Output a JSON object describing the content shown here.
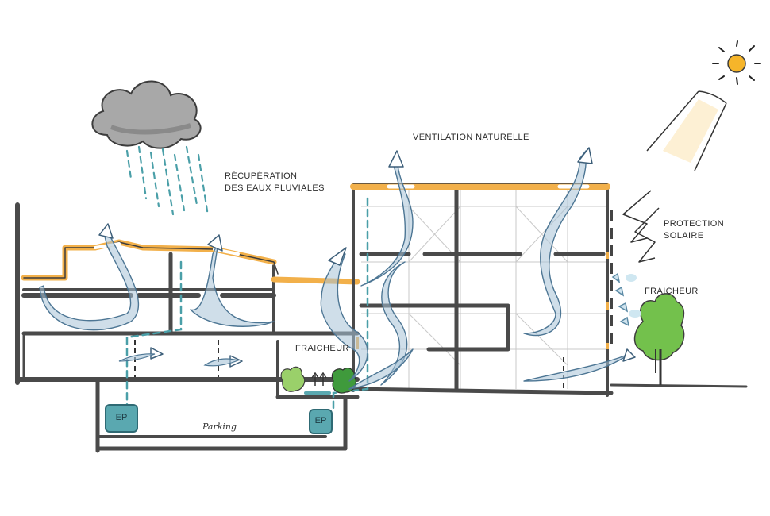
{
  "labels": {
    "rain": [
      "RÉCUPÉRATION",
      "DES EAUX PLUVIALES"
    ],
    "ventilation": "VENTILATION NATURELLE",
    "protection": [
      "PROTECTION",
      "SOLAIRE"
    ],
    "fraicheur_right": "FRAICHEUR",
    "fraicheur_center": "FRAICHEUR",
    "parking": "Parking",
    "ep_left": "EP",
    "ep_right": "EP"
  },
  "colors": {
    "structure": "#4a4a4a",
    "slab": "#4d4d4d",
    "roof": "#f2b04a",
    "sun": "#f6b52a",
    "airflow": "#5c88a8",
    "airflow_fill": "#a7c3d7",
    "rain": "#4a9fa8",
    "tank": "#5aa8b0",
    "tree": "#73c14c",
    "cloud": "#9b9b9b"
  },
  "icons": [
    "cloud-icon",
    "sun-icon",
    "tree-icon"
  ]
}
